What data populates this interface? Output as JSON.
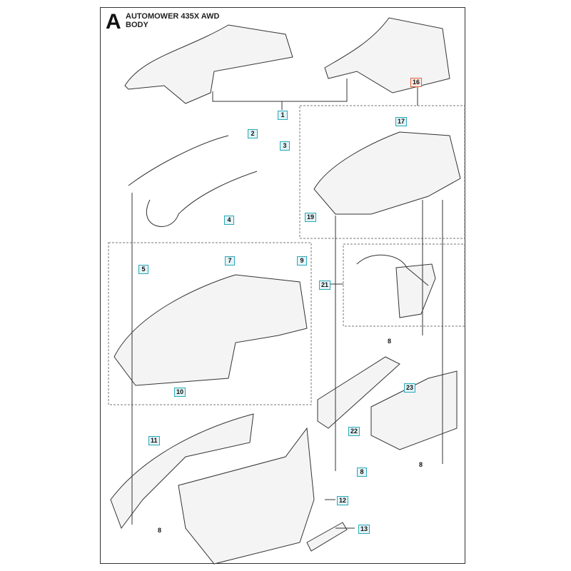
{
  "header": {
    "section": "A",
    "title": "AUTOMOWER 435X AWD",
    "subtitle": "BODY"
  },
  "labels": {
    "p1": "1",
    "p2": "2",
    "p3": "3",
    "p4": "4",
    "p5": "5",
    "p7": "7",
    "p9": "9",
    "p10": "10",
    "p11": "11",
    "p12": "12",
    "p13": "13",
    "p16": "16",
    "p17": "17",
    "p19": "19",
    "p21": "21",
    "p22": "22",
    "p23": "23",
    "p8": "8"
  },
  "colors": {
    "label_border": "#2aa9bb",
    "highlight_border": "#e0623c"
  }
}
